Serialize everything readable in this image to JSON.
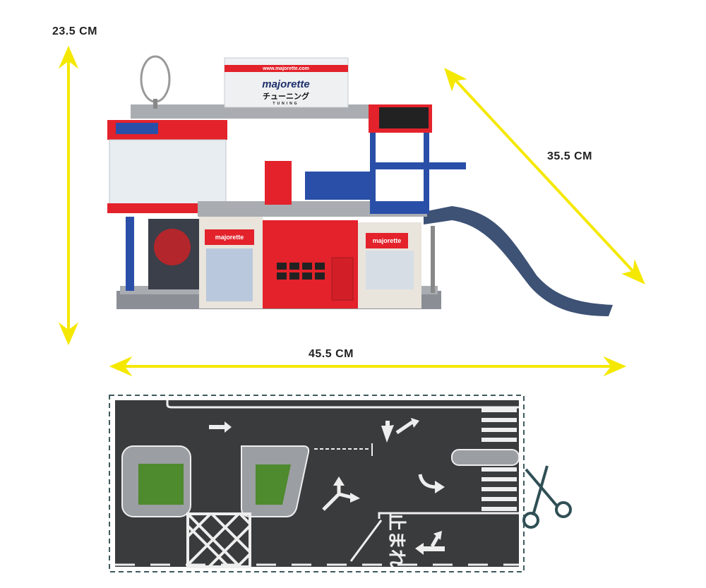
{
  "dimensions": {
    "height": "23.5 CM",
    "depth": "35.5 CM",
    "width": "45.5 CM"
  },
  "toy": {
    "billboard_url": "www.majorette.com",
    "brand": "majorette",
    "billboard_subtitle": "チューニング",
    "billboard_tagline": "TUNING",
    "shop_sign_left": "majorette",
    "shop_sign_right": "majorette"
  },
  "play_mat": {
    "road_marking_text": "止まれ"
  },
  "colors": {
    "arrow": "#f5e800",
    "road": "#3a3b3d",
    "toy_red": "#e3222b",
    "toy_blue": "#2a4fa8",
    "ramp": "#3d5275"
  }
}
